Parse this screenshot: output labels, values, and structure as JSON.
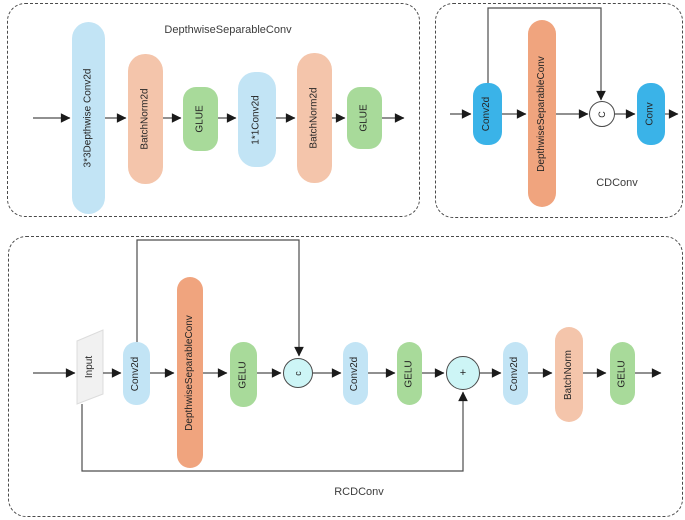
{
  "panels": {
    "dsc": {
      "title": "DepthwiseSeparableConv",
      "blocks": [
        "3*3Depthwise Conv2d",
        "BatchNorm2d",
        "GLUE",
        "1*1Conv2d",
        "BatchNorm2d",
        "GLUE"
      ]
    },
    "cdconv": {
      "title": "CDConv",
      "blocks": [
        "Conv2d",
        "DepthwiseSeparableConv",
        "Conv"
      ],
      "concat_symbol": "C"
    },
    "rcdconv": {
      "title": "RCDConv",
      "blocks": [
        "Input",
        "Conv2d",
        "DepthwiseSeparableConv",
        "GELU",
        "Conv2d",
        "GELU",
        "Conv2d",
        "BatchNorm",
        "GELU"
      ],
      "concat_symbol": "c",
      "add_symbol": "+"
    }
  },
  "colors": {
    "light_blue": "#c2e4f5",
    "bright_blue": "#3ab3e8",
    "salmon": "#f4c5ab",
    "deep_salmon": "#f0a47e",
    "green": "#a8da9a",
    "cyan": "#cdf5f6",
    "input_gray": "#f1f1f1",
    "line": "#4d4d4d",
    "text": "#2e2e2e"
  }
}
